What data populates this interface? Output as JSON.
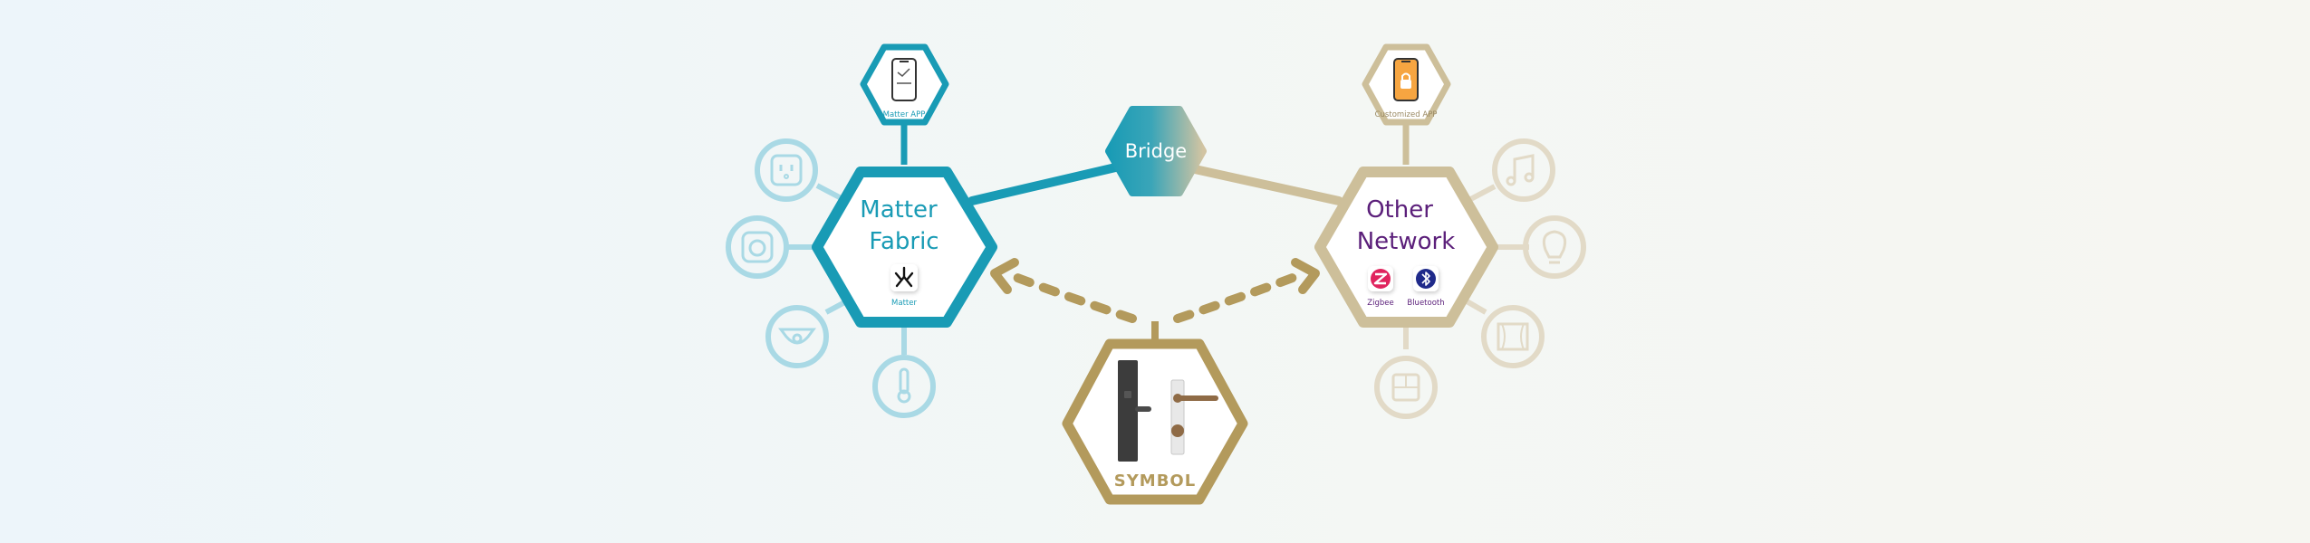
{
  "matter": {
    "title_line1": "Matter",
    "title_line2": "Fabric",
    "badge_label": "Matter",
    "app_label": "Matter APP",
    "color": "#199bb5",
    "light_color": "#a9d9e5"
  },
  "bridge": {
    "label": "Bridge",
    "color_start": "#199bb5",
    "color_end": "#c9bb98"
  },
  "other": {
    "title_line1": "Other",
    "title_line2": "Network",
    "zigbee_label": "Zigbee",
    "bluetooth_label": "Bluetooth",
    "app_label": "Customized APP",
    "color": "#cdbf9a",
    "light_color": "#e2dac7",
    "title_color": "#5b1f7a"
  },
  "lock": {
    "brand": "SYMBOL",
    "color": "#b39a5c"
  },
  "matter_devices": [
    {
      "icon": "smart-plug-icon"
    },
    {
      "icon": "camera-icon"
    },
    {
      "icon": "dome-camera-icon"
    },
    {
      "icon": "thermometer-icon"
    }
  ],
  "other_devices": [
    {
      "icon": "music-note-icon"
    },
    {
      "icon": "light-bulb-icon"
    },
    {
      "icon": "curtain-icon"
    },
    {
      "icon": "wall-switch-icon"
    }
  ]
}
